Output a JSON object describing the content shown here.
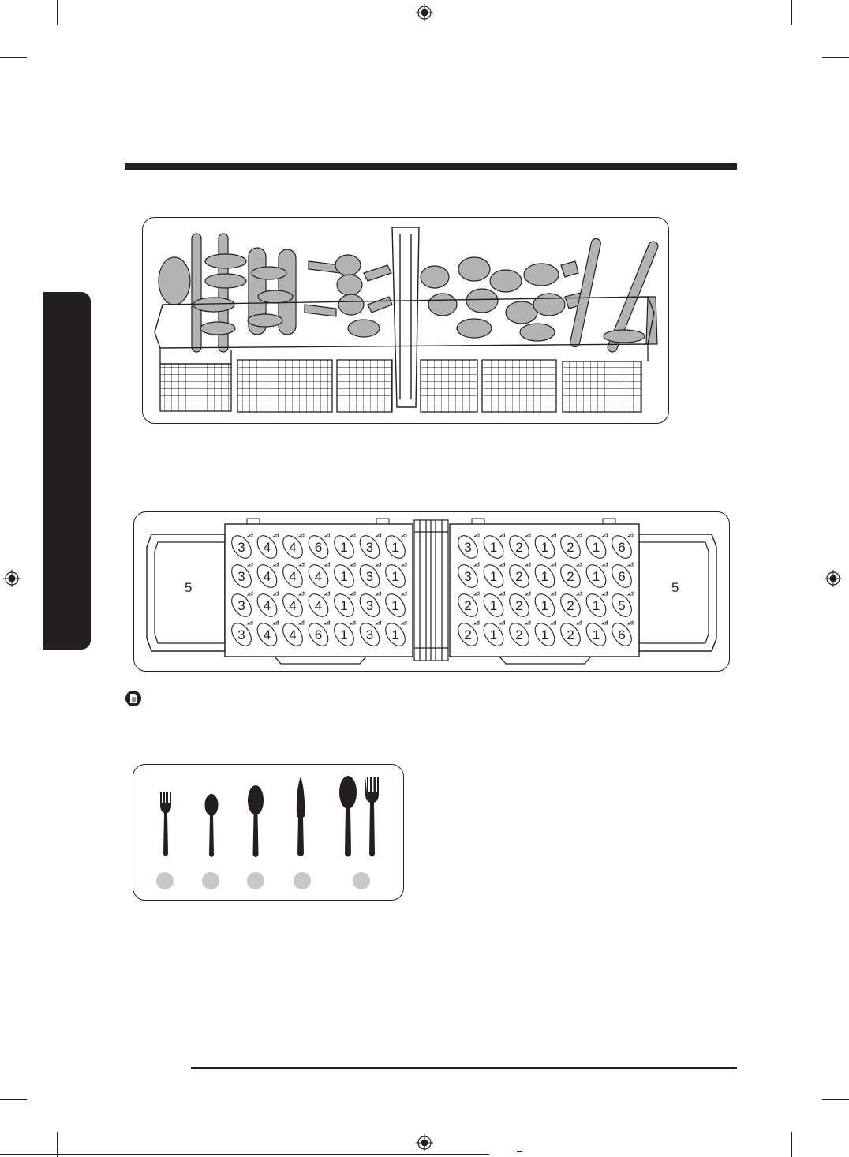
{
  "basket_layout": {
    "left_zone_label": "5",
    "right_zone_label": "5",
    "left_panel_rows": [
      [
        "3",
        "4",
        "4",
        "6",
        "1",
        "3",
        "1"
      ],
      [
        "3",
        "4",
        "4",
        "4",
        "1",
        "3",
        "1"
      ],
      [
        "3",
        "4",
        "4",
        "4",
        "1",
        "3",
        "1"
      ],
      [
        "3",
        "4",
        "4",
        "6",
        "1",
        "3",
        "1"
      ]
    ],
    "right_panel_rows": [
      [
        "3",
        "1",
        "2",
        "1",
        "2",
        "1",
        "6"
      ],
      [
        "3",
        "1",
        "2",
        "1",
        "2",
        "1",
        "6"
      ],
      [
        "2",
        "1",
        "2",
        "1",
        "2",
        "1",
        "5"
      ],
      [
        "2",
        "1",
        "2",
        "1",
        "2",
        "1",
        "6"
      ]
    ]
  },
  "legend": {
    "icons": [
      "fork-icon",
      "spoon-icon",
      "large-spoon-icon",
      "knife-icon",
      "serving-spoon-and-fork-icon"
    ],
    "dot_color": "#c8c8c8"
  },
  "colors": {
    "ink": "#231f20",
    "utensil_fill": "#b3b3b3",
    "dot": "#c8c8c8"
  }
}
